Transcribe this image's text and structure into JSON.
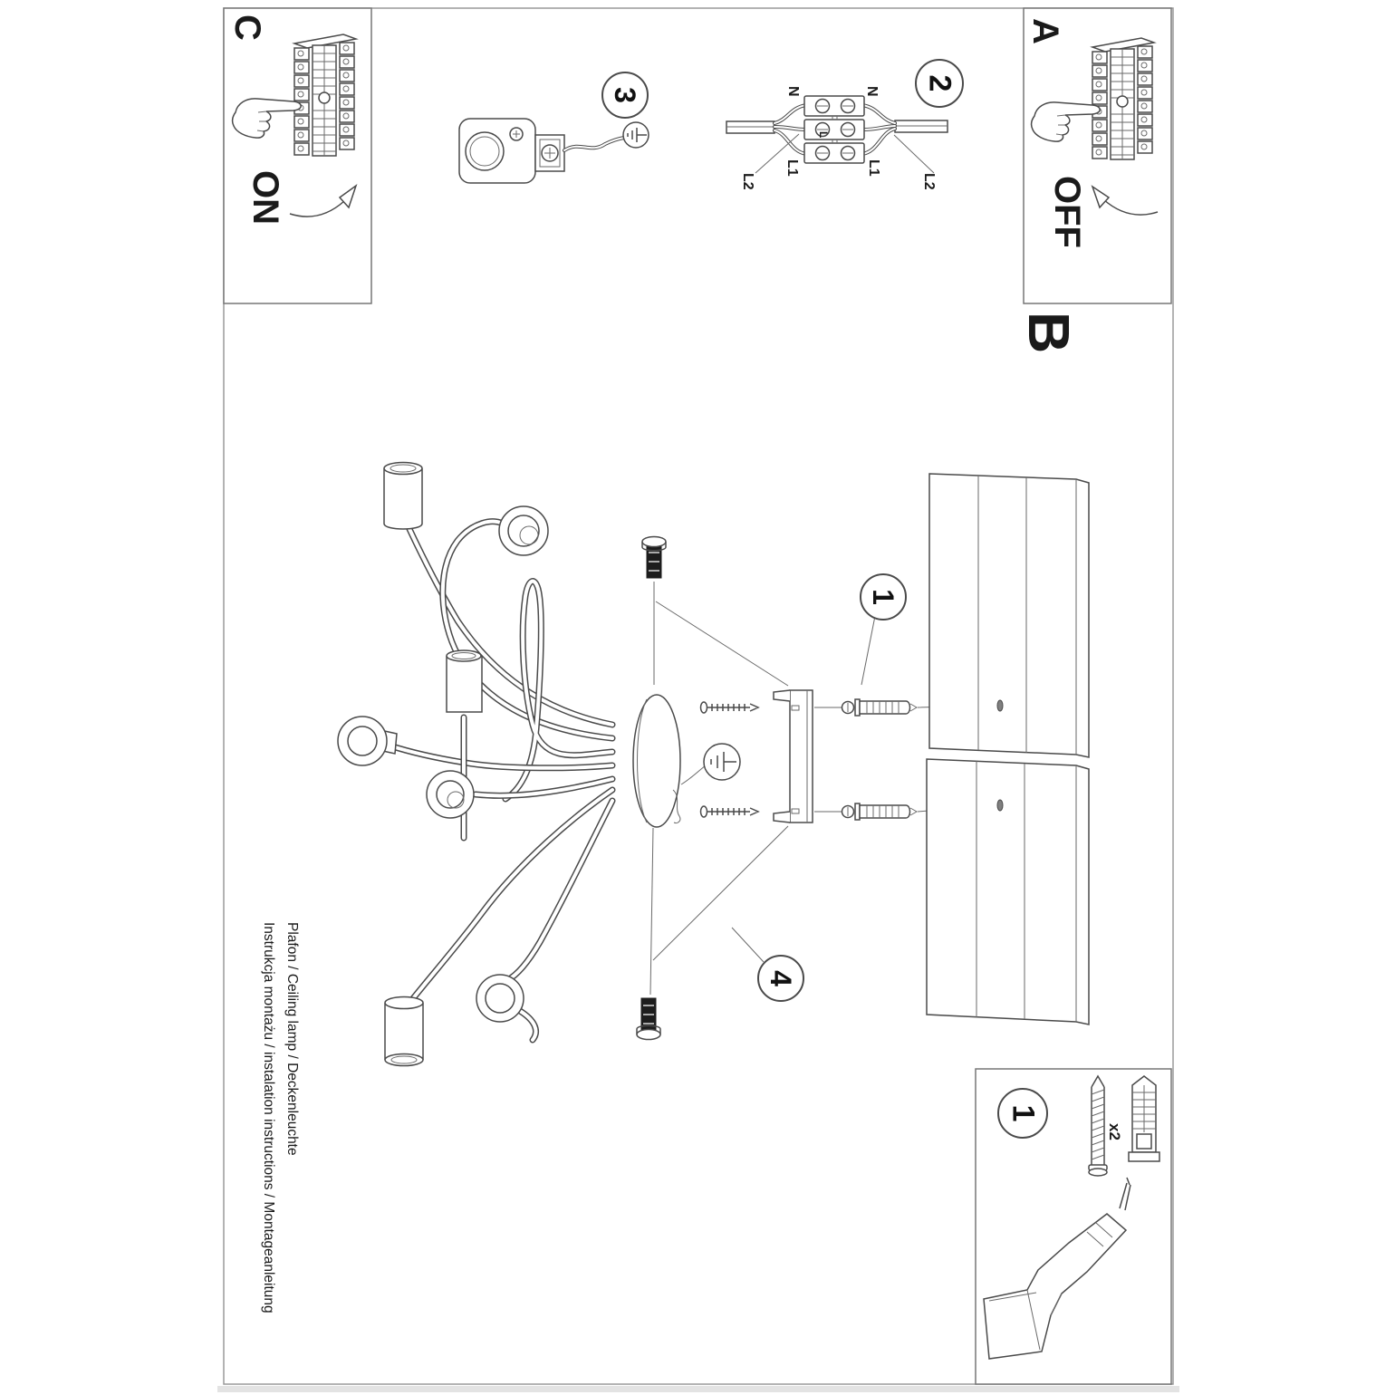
{
  "document": {
    "section_labels": {
      "a": "A",
      "b": "B",
      "c": "C"
    },
    "power_states": {
      "on": "ON",
      "off": "OFF"
    },
    "step_numbers": {
      "step1": "1",
      "step2": "2",
      "step3": "3",
      "step4": "4"
    },
    "wiring_labels": {
      "neutral": "N",
      "line1": "L1",
      "line2": "L2",
      "l": "L"
    },
    "hardware": {
      "quantity": "x2"
    },
    "footer": {
      "line1": "Instrukcja montażu / instalation instructions / Montageanleitung",
      "line2": "Plafon / Ceiling lamp / Deckenleuchte"
    }
  }
}
